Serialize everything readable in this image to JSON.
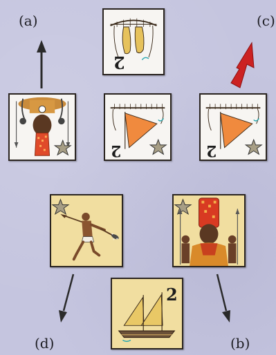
{
  "labels": {
    "a": "(a)",
    "b": "(b)",
    "c": "(c)",
    "d": "(d)"
  },
  "tiles": {
    "top_canoe_number": "2",
    "middle_sail_number": "2",
    "right_sail_number": "2",
    "bottom_canoe_number": "2"
  },
  "colors": {
    "background": "#c5c5df",
    "tile_white": "#f7f5f2",
    "tile_yellow": "#f1dea0",
    "sail_orange": "#f08a3e",
    "red_arrow": "#cc2222",
    "dark_arrow": "#2a2a2a"
  }
}
